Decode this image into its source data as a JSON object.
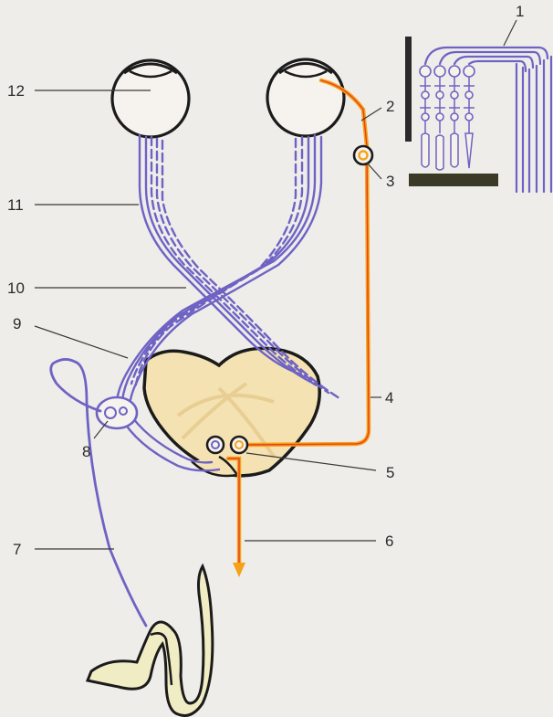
{
  "colors": {
    "background": "#efede9",
    "nerve_fiber": "#6e63c4",
    "afferent_pathway": "#f5a21a",
    "pathway_core": "#e8401c",
    "brain_tissue": "#f4e2b2",
    "outline": "#1b1b1b"
  },
  "labels": [
    {
      "id": "1",
      "text": "1"
    },
    {
      "id": "2",
      "text": "2"
    },
    {
      "id": "3",
      "text": "3"
    },
    {
      "id": "4",
      "text": "4"
    },
    {
      "id": "5",
      "text": "5"
    },
    {
      "id": "6",
      "text": "6"
    },
    {
      "id": "7",
      "text": "7"
    },
    {
      "id": "8",
      "text": "8"
    },
    {
      "id": "9",
      "text": "9"
    },
    {
      "id": "10",
      "text": "10"
    },
    {
      "id": "11",
      "text": "11"
    },
    {
      "id": "12",
      "text": "12"
    }
  ]
}
